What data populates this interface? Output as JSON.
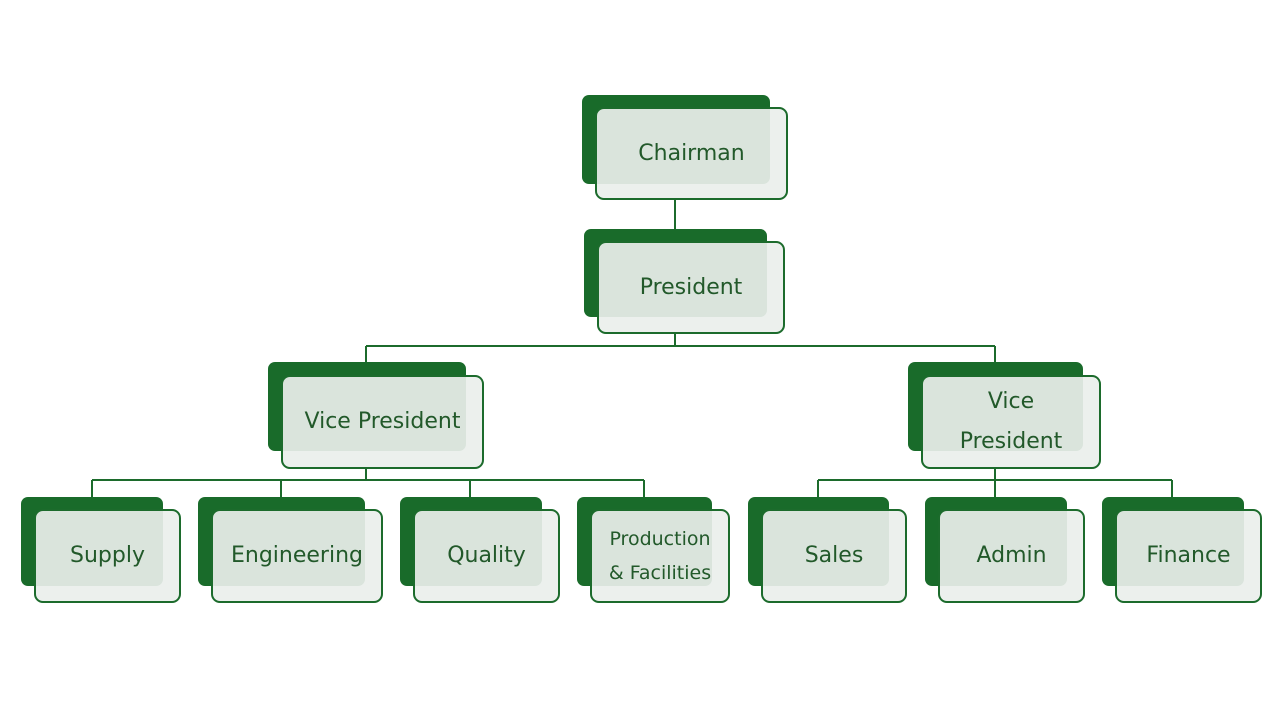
{
  "colors": {
    "dark_green": "#196b2a",
    "light_fill": "#eaefec",
    "text": "#22592a",
    "line": "#1c6b2c"
  },
  "org": {
    "chairman": "Chairman",
    "president": "President",
    "vp_left": "Vice President",
    "vp_right": "Vice\nPresident",
    "supply": "Supply",
    "engineering": "Engineering",
    "quality": "Quality",
    "production": "Production\n& Facilities",
    "sales": "Sales",
    "admin": "Admin",
    "finance": "Finance"
  }
}
